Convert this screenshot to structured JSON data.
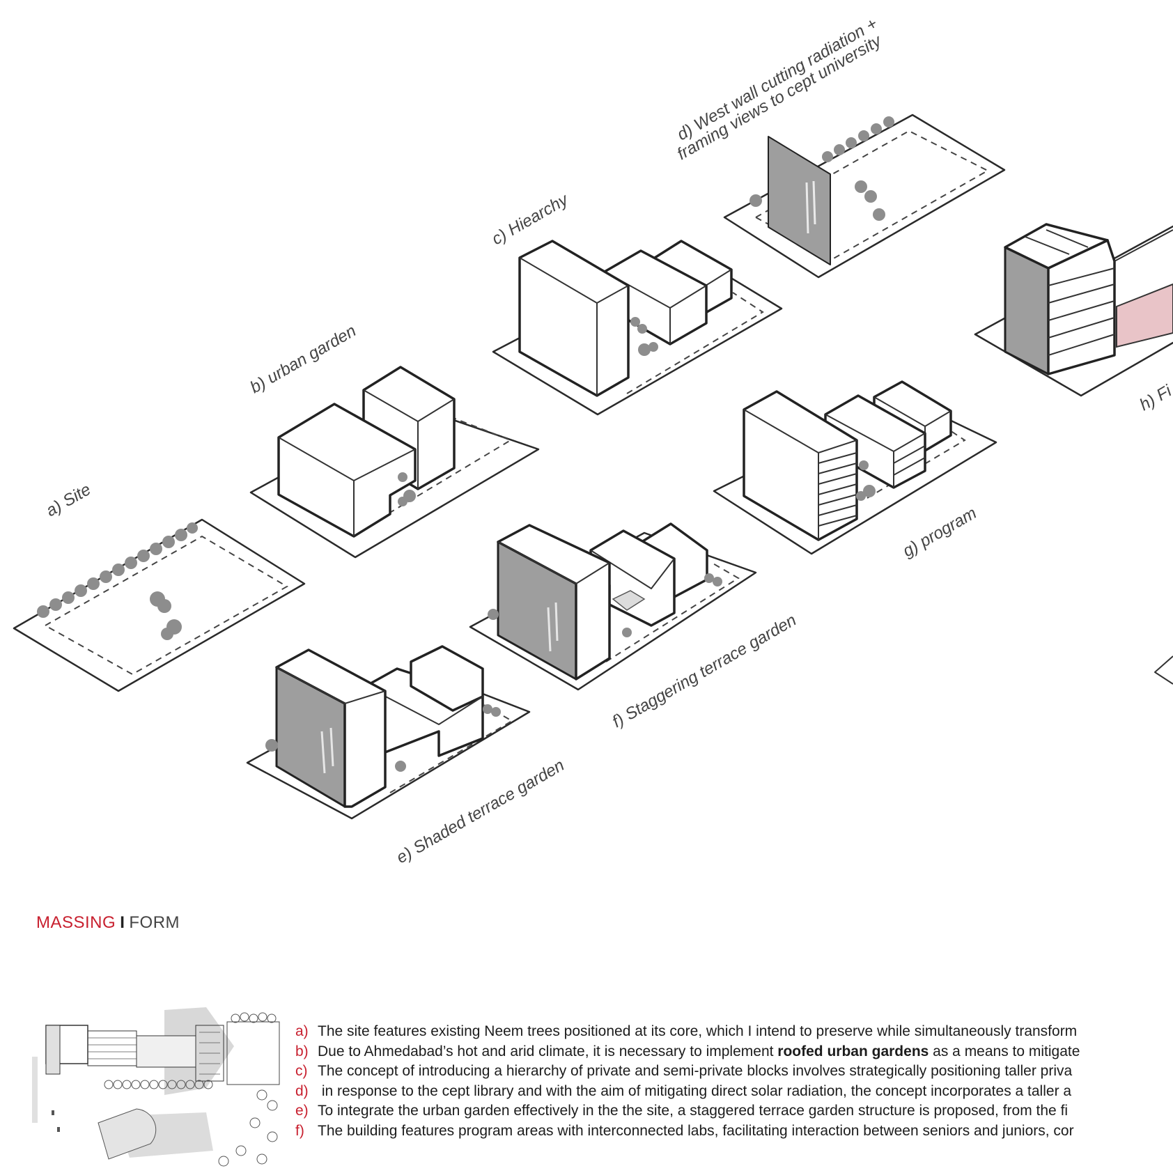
{
  "diagram": {
    "captions": {
      "a": "a) Site",
      "b": "b) urban garden",
      "c": "c) Hiearchy",
      "d_line1": "d) West wall cutting radiation +",
      "d_line2": "framing views to cept university",
      "e": "e) Shaded terrace garden",
      "f": "f) Staggering terrace garden",
      "g": "g) program",
      "h": "h) Fi"
    }
  },
  "section_title": {
    "primary": "MASSING",
    "separator": "I",
    "secondary": "FORM"
  },
  "notes": [
    {
      "label": "a)",
      "pre": "The site features existing Neem trees positioned at its core, which I intend to preserve while simultaneously transform",
      "bold": "",
      "post": ""
    },
    {
      "label": "b)",
      "pre": "Due to Ahmedabad’s hot and arid climate, it is necessary to implement ",
      "bold": "roofed urban gardens",
      "post": " as a means to mitigate"
    },
    {
      "label": "c)",
      "pre": "The concept of introducing a hierarchy of private and semi-private blocks involves strategically positioning taller priva",
      "bold": "",
      "post": ""
    },
    {
      "label": "d)",
      "pre": " in response to the cept library and with the aim of mitigating direct solar radiation, the concept incorporates a taller a",
      "bold": "",
      "post": ""
    },
    {
      "label": "e)",
      "pre": "To integrate the urban garden effectively in the the site, a staggered terrace garden structure is proposed, from the fi",
      "bold": "",
      "post": ""
    },
    {
      "label": "f)",
      "pre": "The building features program areas with interconnected labs, facilitating interaction between seniors and juniors, cor",
      "bold": "",
      "post": ""
    }
  ],
  "colors": {
    "accent": "#c8202f",
    "shade": "#9e9e9e",
    "pink": "#e9c4c8"
  }
}
